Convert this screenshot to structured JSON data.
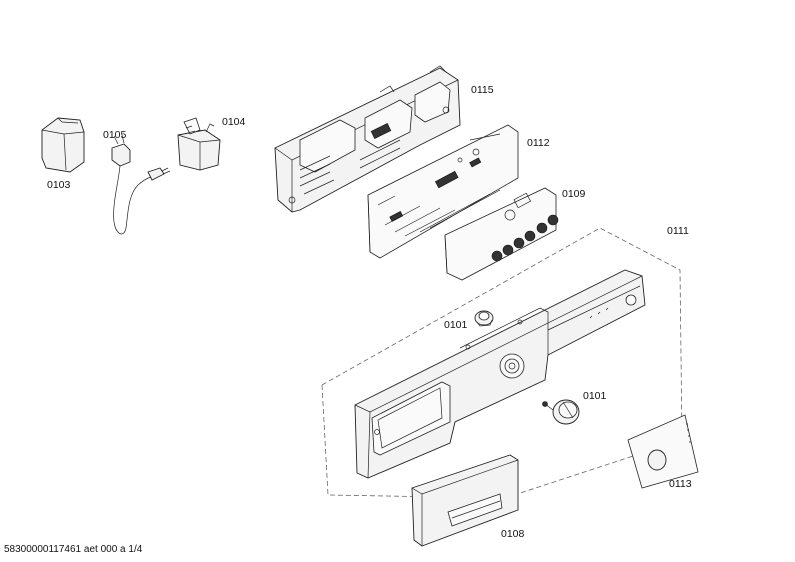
{
  "labels": {
    "p0103": "0103",
    "p0105": "0105",
    "p0104": "0104",
    "p0115": "0115",
    "p0112": "0112",
    "p0109": "0109",
    "p0111": "0111",
    "p0101_knob": "0101",
    "p0101_rotary": "0101",
    "p0113": "0113",
    "p0108": "0108"
  },
  "footer": {
    "doc_id": "58300000117461 aet 000 a 1/4"
  }
}
